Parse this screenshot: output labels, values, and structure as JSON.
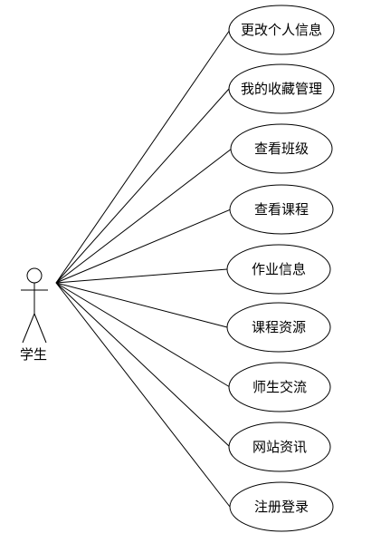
{
  "actor": {
    "label": "学生"
  },
  "use_cases": [
    {
      "label": "更改个人信息"
    },
    {
      "label": "我的收藏管理"
    },
    {
      "label": "查看班级"
    },
    {
      "label": "查看课程"
    },
    {
      "label": "作业信息"
    },
    {
      "label": "课程资源"
    },
    {
      "label": "师生交流"
    },
    {
      "label": "网站资讯"
    },
    {
      "label": "注册登录"
    }
  ]
}
